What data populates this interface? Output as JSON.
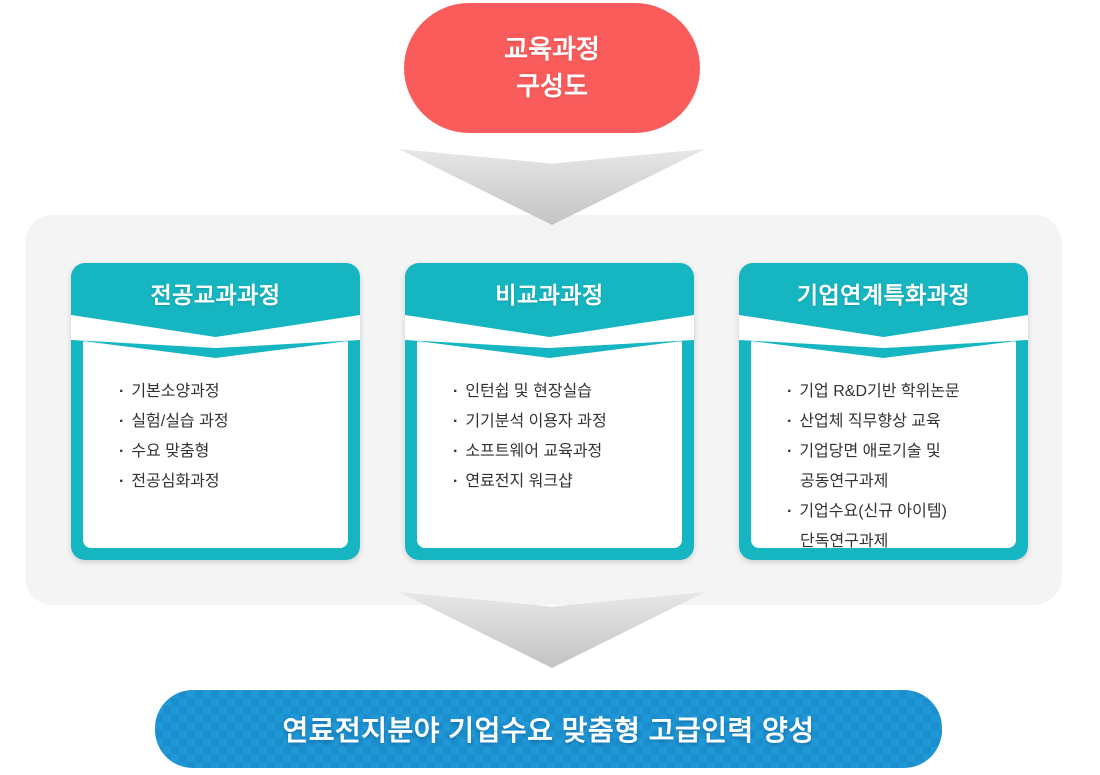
{
  "header_node": {
    "line1": "교육과정",
    "line2": "구성도"
  },
  "glyphs": {
    "bullet": "·"
  },
  "panel": {
    "cards": [
      {
        "title": "전공교과과정",
        "items": [
          "기본소양과정",
          "실험/실습 과정",
          "수요 맞춤형",
          "전공심화과정"
        ]
      },
      {
        "title": "비교과과정",
        "items": [
          "인턴쉽 및 현장실습",
          "기기분석 이용자 과정",
          "소프트웨어 교육과정",
          "연료전지 워크샵"
        ]
      },
      {
        "title": "기업연계특화과정",
        "items": [
          "기업 R&D기반 학위논문",
          "산업체 직무향상 교육",
          "기업당면 애로기술 및",
          "공동연구과제",
          "기업수요(신규 아이템)",
          "단독연구과제"
        ]
      }
    ]
  },
  "footer_bar": {
    "label": "연료전지분야 기업수요 맞춤형 고급인력 양성"
  },
  "colors": {
    "teal": "#15B5C1",
    "coral": "#FA5C5C",
    "blue": "#1F98D8",
    "panel_gray": "#F4F4F4",
    "arrow_gray_top": "#E7E7E7",
    "arrow_gray_bottom": "#C3C3C3",
    "text_dark": "#333333"
  }
}
